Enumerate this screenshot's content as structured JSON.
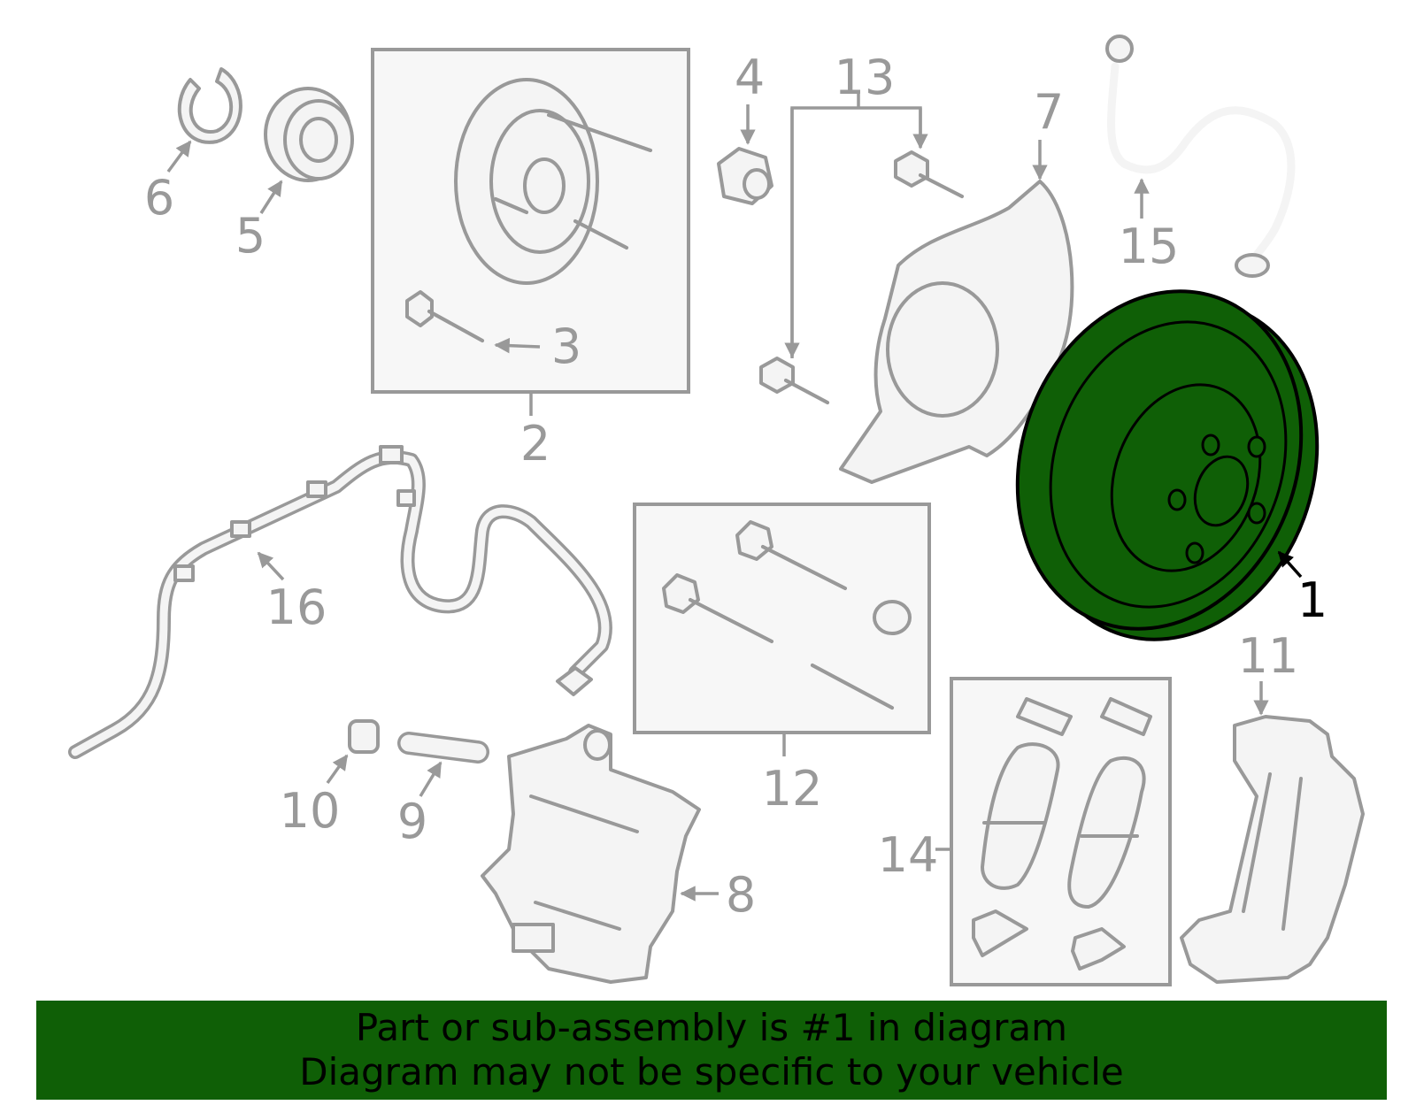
{
  "diagram": {
    "highlight_color": "#0f5f06",
    "line_color": "#999999",
    "callouts": {
      "c1": "1",
      "c2": "2",
      "c3": "3",
      "c4": "4",
      "c5": "5",
      "c6": "6",
      "c7": "7",
      "c8": "8",
      "c9": "9",
      "c10": "10",
      "c11": "11",
      "c12": "12",
      "c13": "13",
      "c14": "14",
      "c15": "15",
      "c16": "16"
    },
    "highlighted_part": "1"
  },
  "footer": {
    "line1": "Part or sub-assembly is #1 in diagram",
    "line2": "Diagram may not be specific to your vehicle",
    "background": "#0f5f06"
  }
}
